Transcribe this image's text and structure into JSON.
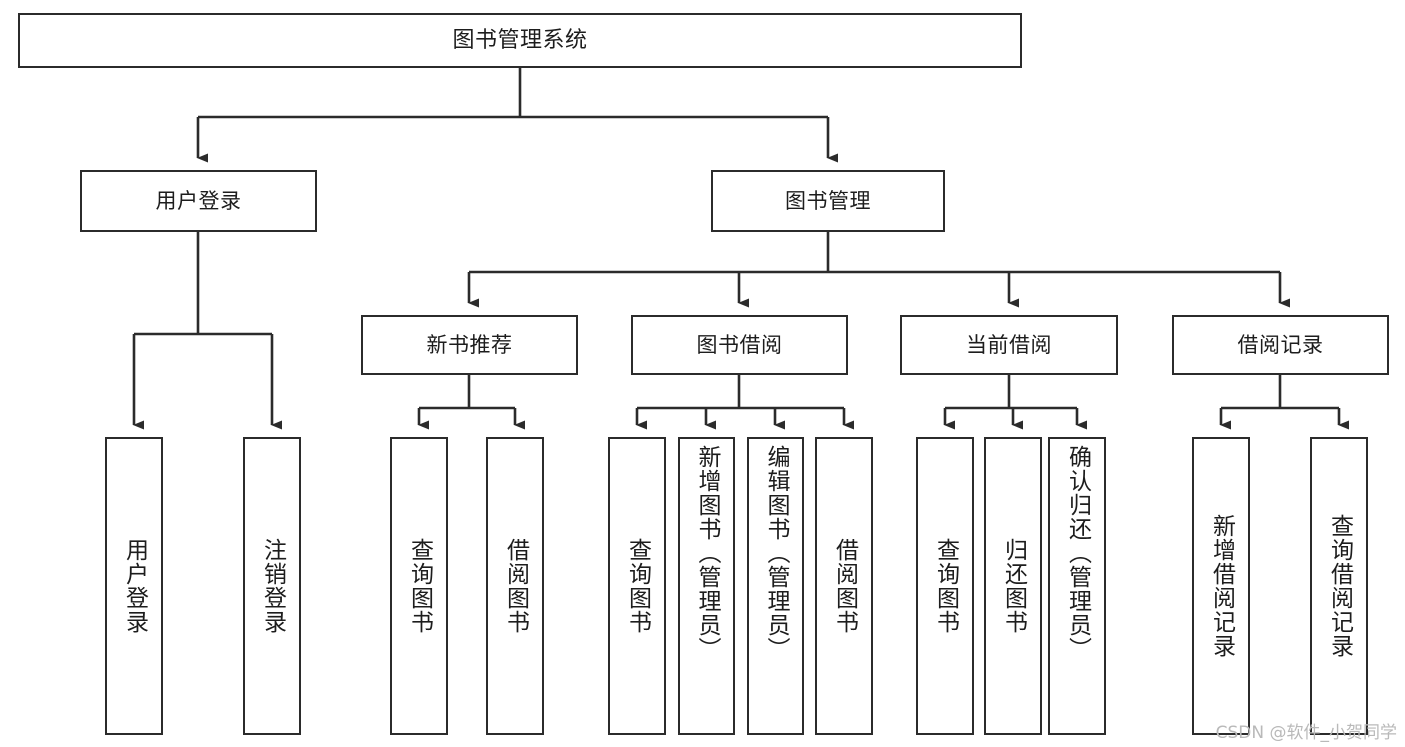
{
  "diagram": {
    "title": "图书管理系统",
    "type": "hierarchy-tree",
    "orientation": "top-down",
    "colors": {
      "box_border": "#2b2b2b",
      "box_fill": "#ffffff",
      "connector": "#2b2b2b",
      "text": "#1d1d1d",
      "watermark": "#b9b9b9",
      "background": "#ffffff"
    },
    "nodes": {
      "root": {
        "label": "图书管理系统"
      },
      "level2": [
        {
          "label": "用户登录"
        },
        {
          "label": "图书管理"
        }
      ],
      "level3": [
        {
          "label": "新书推荐"
        },
        {
          "label": "图书借阅"
        },
        {
          "label": "当前借阅"
        },
        {
          "label": "借阅记录"
        }
      ],
      "leaves": {
        "user_login": [
          {
            "label": "用户登录"
          },
          {
            "label": "注销登录"
          }
        ],
        "new_book_recommend": [
          {
            "label": "查询图书"
          },
          {
            "label": "借阅图书"
          }
        ],
        "book_borrow": [
          {
            "label": "查询图书"
          },
          {
            "label": "新增图书（管理员）"
          },
          {
            "label": "编辑图书（管理员）"
          },
          {
            "label": "借阅图书"
          }
        ],
        "current_borrow": [
          {
            "label": "查询图书"
          },
          {
            "label": "归还图书"
          },
          {
            "label": "确认归还（管理员）"
          }
        ],
        "borrow_record": [
          {
            "label": "新增借阅记录"
          },
          {
            "label": "查询借阅记录"
          }
        ]
      }
    },
    "watermark": "CSDN @软件_小贺同学"
  }
}
